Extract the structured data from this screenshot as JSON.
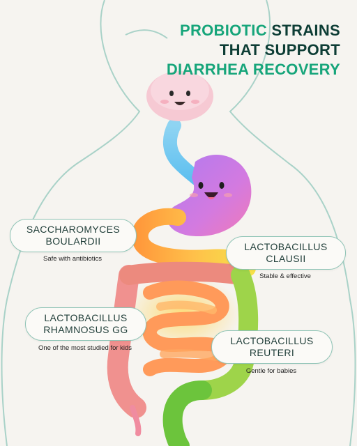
{
  "title": {
    "line1_accent": "PROBIOTIC",
    "line1_rest": "STRAINS",
    "line2": "THAT SUPPORT",
    "line3": "DIARRHEA RECOVERY"
  },
  "strains": [
    {
      "line1": "SACCHAROMYCES",
      "line2": "BOULARDII",
      "caption": "Safe with antibiotics"
    },
    {
      "line1": "LACTOBACILLUS",
      "line2": "CLAUSII",
      "caption": "Stable & effective"
    },
    {
      "line1": "LACTOBACILLUS",
      "line2": "RHAMNOSUS GG",
      "caption": "One of the most studied for kids"
    },
    {
      "line1": "LACTOBACILLUS",
      "line2": "REUTERI",
      "caption": "Gentle for babies"
    }
  ],
  "colors": {
    "background": "#f6f4f0",
    "title_dark": "#0d3d35",
    "title_accent": "#16a57a",
    "outline": "#a9d2c8"
  },
  "icons": [
    "child-outline",
    "mouth-character-icon",
    "stomach-character-icon",
    "intestines-illustration"
  ]
}
